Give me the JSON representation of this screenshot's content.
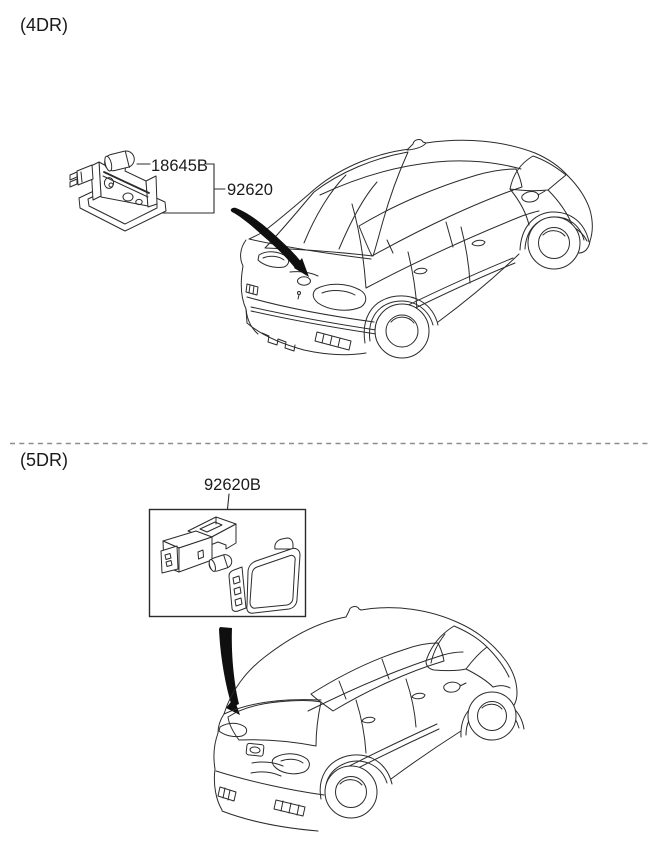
{
  "colors": {
    "background": "#ffffff",
    "line": "#2b2b2b",
    "text": "#1a1a1a",
    "divider": "#8d8d8d",
    "arrow": "#0f0f0f"
  },
  "sections": [
    {
      "variant_label": "(4DR)",
      "vehicle_art": "sedan-rear-three-quarter-line-art",
      "callouts": [
        {
          "code": "18645B"
        },
        {
          "code": "92620"
        }
      ]
    },
    {
      "variant_label": "(5DR)",
      "vehicle_art": "hatchback-rear-three-quarter-line-art",
      "callouts": [
        {
          "code": "92620B"
        }
      ]
    }
  ]
}
